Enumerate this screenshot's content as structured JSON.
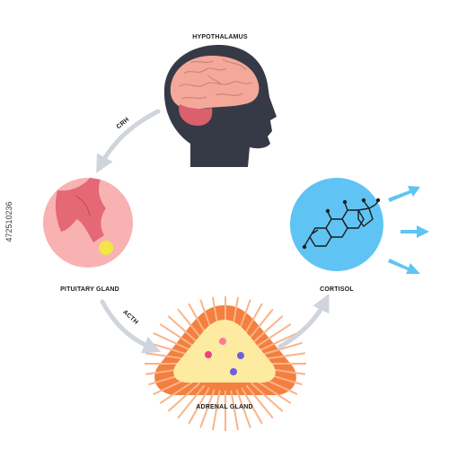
{
  "labels": {
    "hypothalamus": "HYPOTHALAMUS",
    "pituitary": "PITUITARY GLAND",
    "adrenal": "ADRENAL GLAND",
    "cortisol": "CORTISOL",
    "crh": "CRH",
    "acth": "ACTH"
  },
  "stock_id": "472510236",
  "colors": {
    "head": "#363a47",
    "brain": "#f3a89a",
    "cerebellum": "#d9606c",
    "pituitary_bg": "#f8b2b2",
    "pituitary_tissue": "#e46876",
    "gland": "#f2e545",
    "adrenal_outer": "#f47f3f",
    "adrenal_inner": "#fdeba1",
    "cortisol_bg": "#5fc4f4",
    "arrow_gray": "#d0d4db",
    "arrow_blue": "#5fc4f4"
  }
}
